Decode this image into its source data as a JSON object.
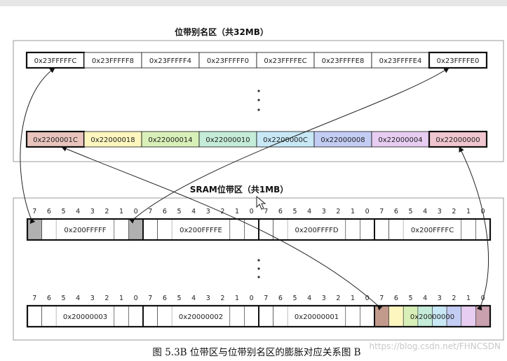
{
  "alias_title": "位带别名区（共32MB）",
  "sram_title": "SRAM位带区（共1MB）",
  "alias_top_cells": [
    "0x23FFFFFC",
    "0x23FFFFF8",
    "0x23FFFFF4",
    "0x23FFFFF0",
    "0x23FFFFEC",
    "0x23FFFFE8",
    "0x23FFFFE4",
    "0x23FFFFE0"
  ],
  "alias_bottom_cells": [
    "0x2200001C",
    "0x22000018",
    "0x22000014",
    "0x22000010",
    "0x2200000C",
    "0x22000008",
    "0x22000004",
    "0x22000000"
  ],
  "alias_bottom_colors": [
    "#e9c4bd",
    "#fdf6bf",
    "#d8f0b8",
    "#c4ecd9",
    "#c8e8f6",
    "#c3cdf4",
    "#e7cdf2",
    "#f0c6d0"
  ],
  "bit_labels": [
    "7",
    "6",
    "5",
    "4",
    "3",
    "2",
    "1",
    "0"
  ],
  "sram_top_words": [
    "0x200FFFFF",
    "0x200FFFFE",
    "0x200FFFFD",
    "0x200FFFFC"
  ],
  "sram_bottom_words": [
    "0x20000003",
    "0x20000002",
    "0x20000001",
    "0x20000000"
  ],
  "sram_bit_fill_gray": "#b0b0b0",
  "sram_bottom_bit_colors": [
    "#c29a8c",
    "#fdf6bf",
    "#d8f0b8",
    "#c4ecd9",
    "#c8e8f6",
    "#c3cdf4",
    "#e7cdf2",
    "#c9a0ad"
  ],
  "caption": "图 5.3B    位带区与位带别名区的膨胀对应关系图 B",
  "watermark": "https://blog.csdn.net/FHNCSDN"
}
